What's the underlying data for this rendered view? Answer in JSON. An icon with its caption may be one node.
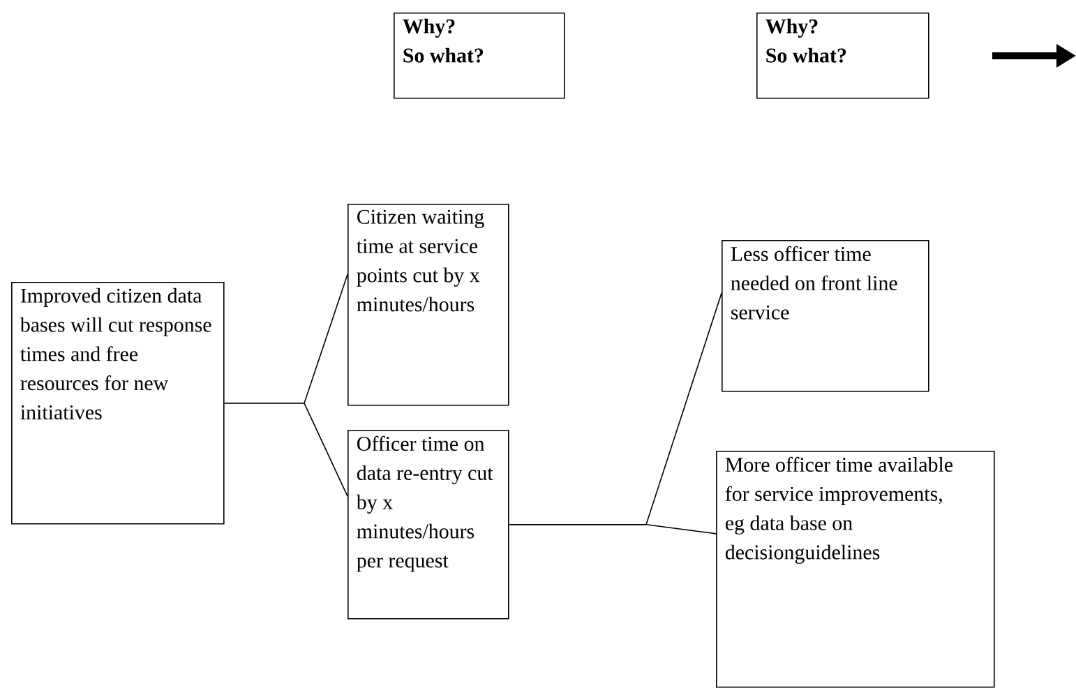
{
  "diagram": {
    "nodes": [
      {
        "text": [
          "Improved citizen data bases will cut response times and free resources for new initiatives"
        ]
      },
      {
        "text": [
          "Citizen waiting time at service points cut by x minutes/hours"
        ]
      },
      {
        "text": [
          "Officer time on data re-entry cut by x minutes/hours per request"
        ]
      },
      {
        "text": [
          "Less officer time needed on front line service"
        ]
      },
      {
        "text": [
          "More officer time available for service improvements, eg data base on decisionguidelines"
        ]
      },
      {
        "text": [
          "Why?",
          "So what?"
        ]
      },
      {
        "text": [
          "Why?",
          "So what?"
        ]
      }
    ],
    "edges": [
      {
        "from": 0,
        "to": 1,
        "arrow": "none"
      },
      {
        "from": 0,
        "to": 2,
        "arrow": "none"
      },
      {
        "from": 2,
        "to": 3,
        "arrow": "none"
      },
      {
        "from": 2,
        "to": 4,
        "arrow": "none"
      }
    ]
  }
}
